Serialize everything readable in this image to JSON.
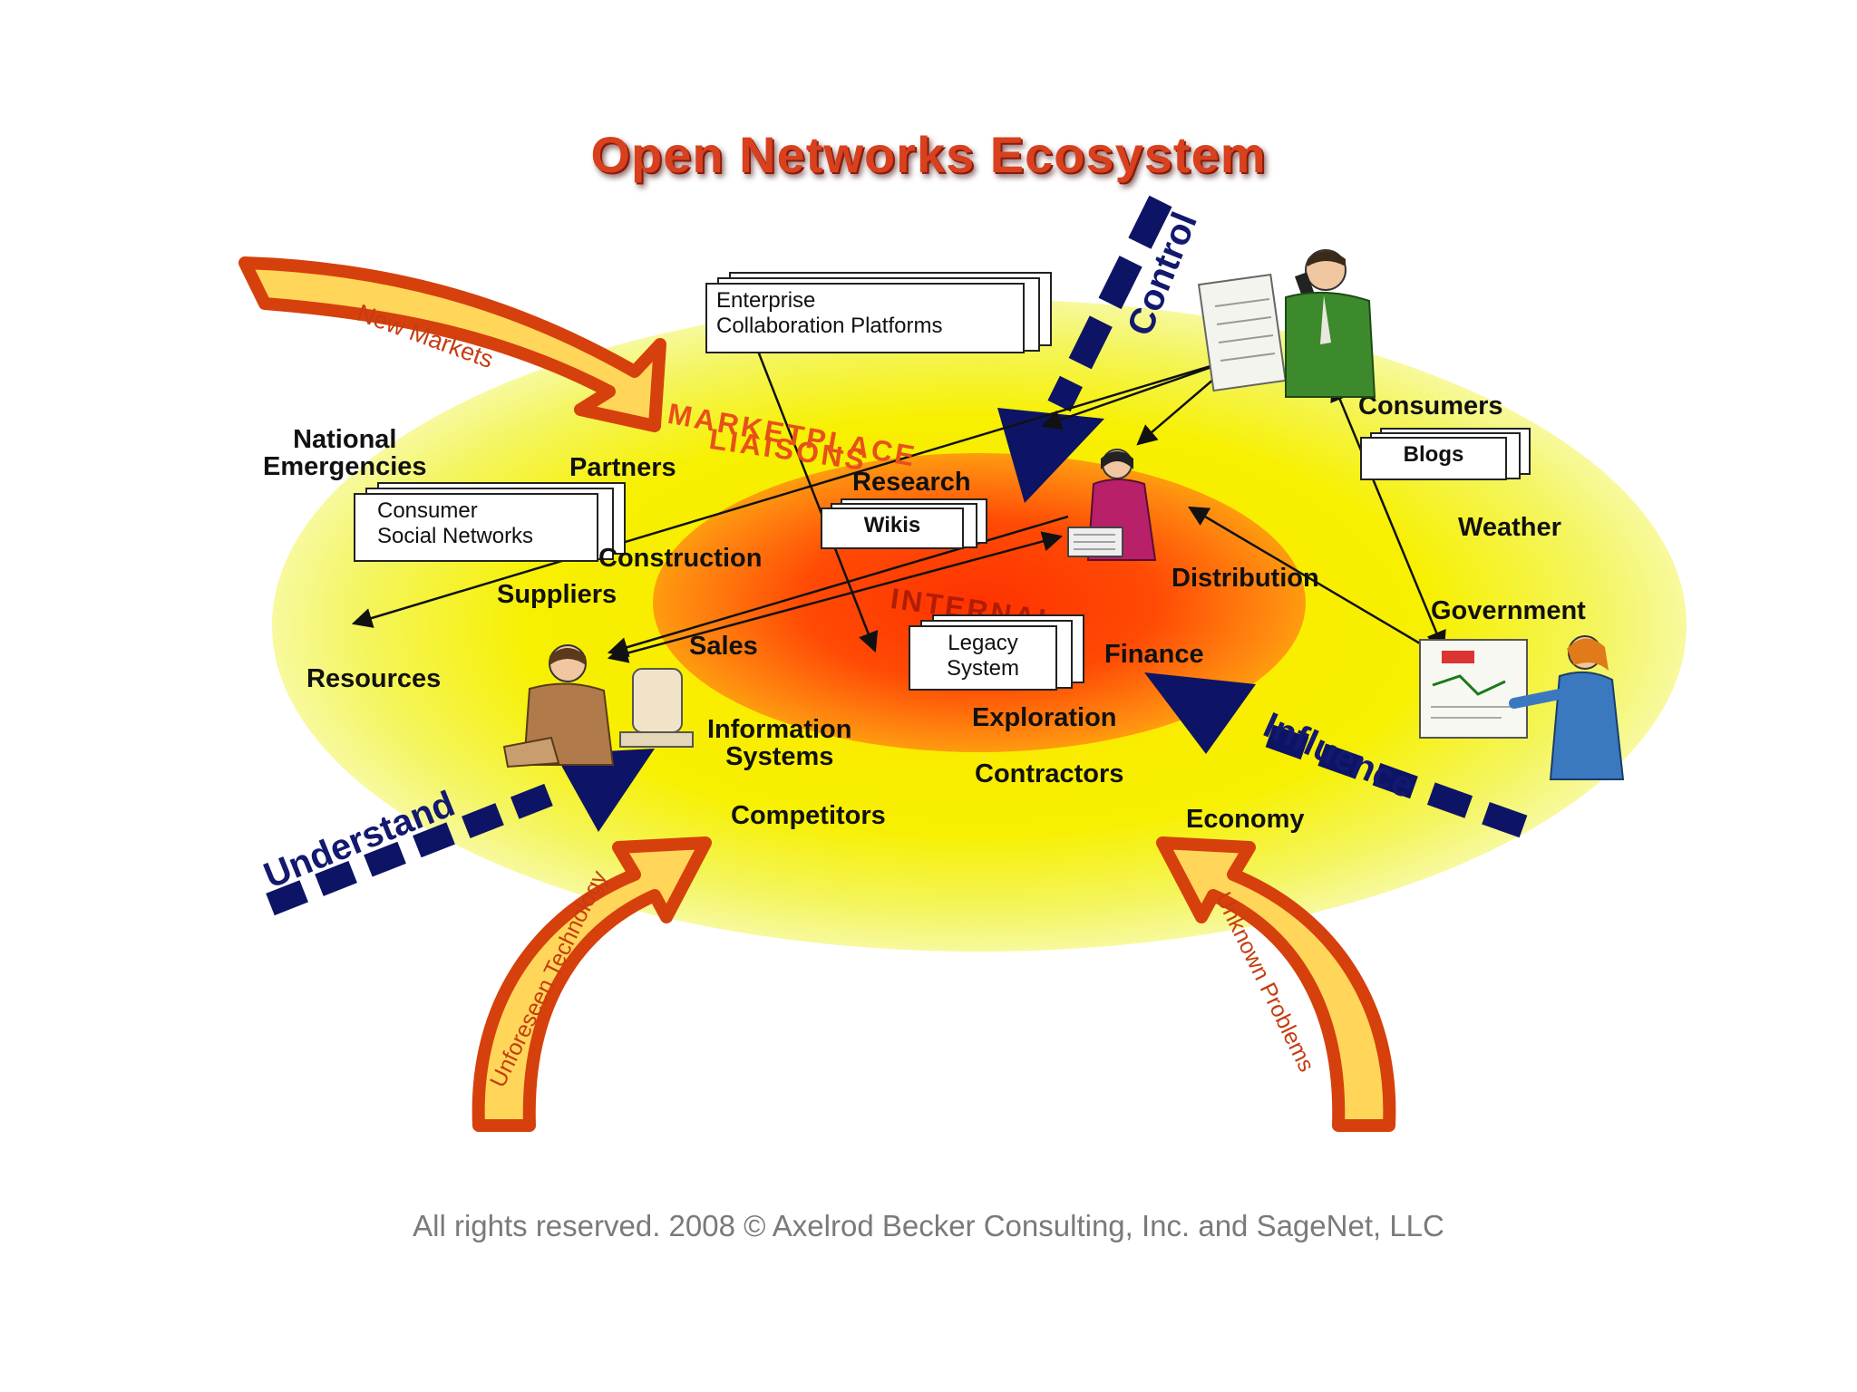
{
  "title": "Open Networks Ecosystem",
  "regions": {
    "outer": "MARKETPLACE LIAISONS",
    "outer_line1": "MARKETPLACE",
    "outer_line2": "LIAISONS",
    "inner": "INTERNAL"
  },
  "forces": {
    "new_markets": "New Markets",
    "unforeseen_technology": "Unforeseen Technology",
    "unknown_problems": "Unknown Problems",
    "control": "Control",
    "understand": "Understand",
    "influence": "Influence"
  },
  "labels": {
    "national_emergencies": "National Emergencies",
    "national": "National",
    "emergencies": "Emergencies",
    "partners": "Partners",
    "research": "Research",
    "construction": "Construction",
    "suppliers": "Suppliers",
    "sales": "Sales",
    "resources": "Resources",
    "information_systems": "Information Systems",
    "information": "Information",
    "systems": "Systems",
    "competitors": "Competitors",
    "exploration": "Exploration",
    "contractors": "Contractors",
    "economy": "Economy",
    "finance": "Finance",
    "distribution": "Distribution",
    "government": "Government",
    "weather": "Weather",
    "consumers": "Consumers"
  },
  "documents": {
    "enterprise_line1": "Enterprise",
    "enterprise_line2": "Collaboration Platforms",
    "consumer_line1": "Consumer",
    "consumer_line2": "Social Networks",
    "wikis": "Wikis",
    "blogs": "Blogs",
    "legacy_line1": "Legacy",
    "legacy_line2": "System"
  },
  "copyright": "All rights reserved. 2008 © Axelrod Becker Consulting, Inc. and SageNet, LLC",
  "colors": {
    "title": "#d8401e",
    "orange_arrow": "#d6400c",
    "arrow_fill": "#ffd65a",
    "navy": "#0d1466",
    "outer_glow": "#ffe600",
    "inner_glow": "#ff3300"
  },
  "icons": [
    "phone-businessman-icon",
    "manager-woman-icon",
    "presenter-woman-icon",
    "office-worker-icon"
  ]
}
